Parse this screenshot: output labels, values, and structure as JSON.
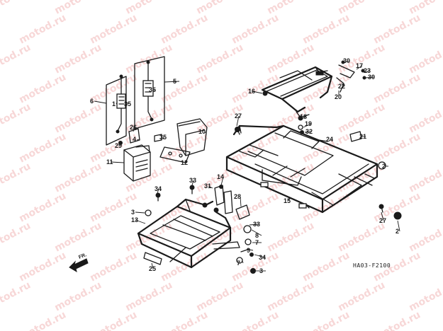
{
  "watermark": {
    "text": "motod.ru",
    "color": "#f2b8b8"
  },
  "diagram_code": "HA03-F2100",
  "front_marker": {
    "label": "FR."
  },
  "callouts": [
    {
      "id": "c1",
      "label": "1"
    },
    {
      "id": "c2a",
      "label": "2"
    },
    {
      "id": "c2b",
      "label": "2"
    },
    {
      "id": "c3a",
      "label": "3"
    },
    {
      "id": "c3b",
      "label": "3"
    },
    {
      "id": "c4",
      "label": "4"
    },
    {
      "id": "c5",
      "label": "5"
    },
    {
      "id": "c6",
      "label": "6"
    },
    {
      "id": "c7a",
      "label": "7"
    },
    {
      "id": "c7b",
      "label": "7"
    },
    {
      "id": "c8",
      "label": "8"
    },
    {
      "id": "c9",
      "label": "9"
    },
    {
      "id": "c10",
      "label": "10"
    },
    {
      "id": "c11",
      "label": "11"
    },
    {
      "id": "c12",
      "label": "12"
    },
    {
      "id": "c13",
      "label": "13"
    },
    {
      "id": "c14",
      "label": "14"
    },
    {
      "id": "c15",
      "label": "15"
    },
    {
      "id": "c16",
      "label": "16"
    },
    {
      "id": "c17",
      "label": "17"
    },
    {
      "id": "c18",
      "label": "18"
    },
    {
      "id": "c19",
      "label": "19"
    },
    {
      "id": "c20",
      "label": "20"
    },
    {
      "id": "c21",
      "label": "21"
    },
    {
      "id": "c22",
      "label": "22"
    },
    {
      "id": "c23",
      "label": "23"
    },
    {
      "id": "c24",
      "label": "24"
    },
    {
      "id": "c25",
      "label": "25"
    },
    {
      "id": "c26",
      "label": "26"
    },
    {
      "id": "c27a",
      "label": "27"
    },
    {
      "id": "c27b",
      "label": "27"
    },
    {
      "id": "c28",
      "label": "28"
    },
    {
      "id": "c29",
      "label": "29"
    },
    {
      "id": "c30a",
      "label": "30"
    },
    {
      "id": "c30b",
      "label": "30"
    },
    {
      "id": "c31",
      "label": "31"
    },
    {
      "id": "c32",
      "label": "32"
    },
    {
      "id": "c33a",
      "label": "33"
    },
    {
      "id": "c33b",
      "label": "33"
    },
    {
      "id": "c34a",
      "label": "34"
    },
    {
      "id": "c34b",
      "label": "34"
    },
    {
      "id": "c35a",
      "label": "35"
    },
    {
      "id": "c35b",
      "label": "35"
    },
    {
      "id": "c35c",
      "label": "35"
    }
  ]
}
